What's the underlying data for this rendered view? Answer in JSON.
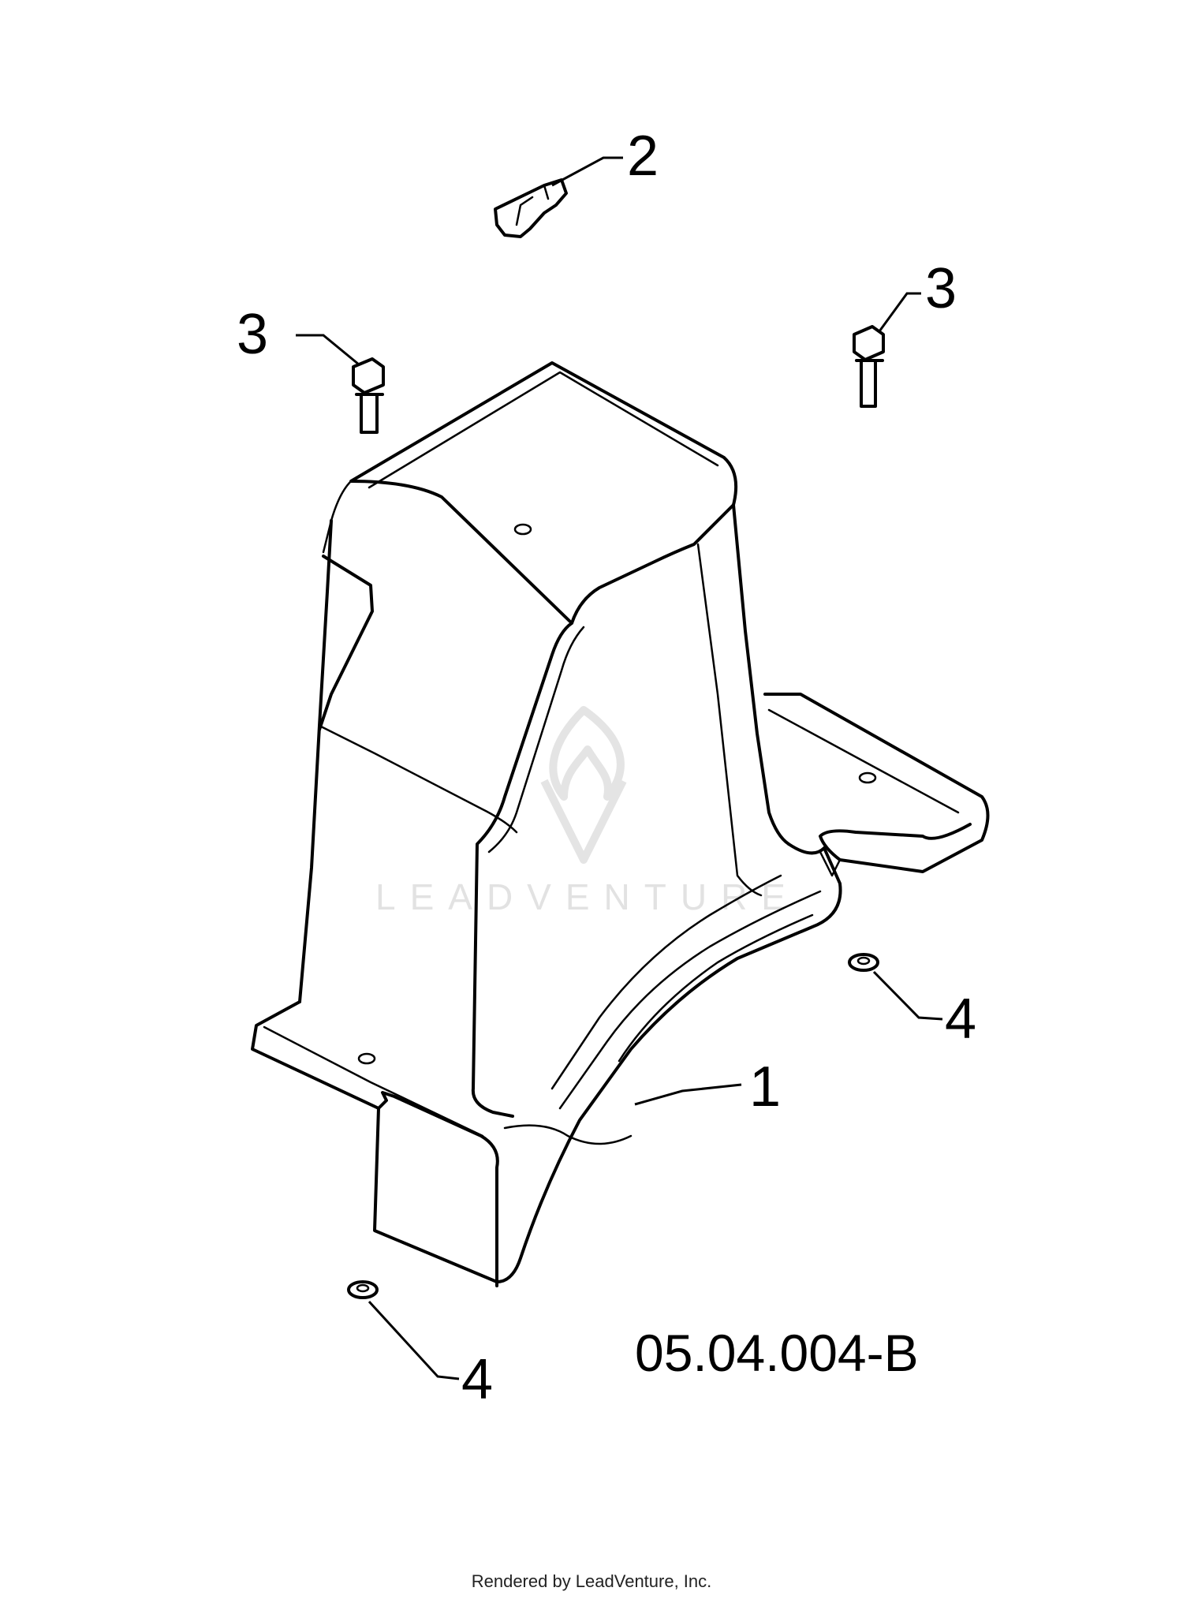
{
  "callouts": {
    "item1": "1",
    "item2": "2",
    "item3_left": "3",
    "item3_right": "3",
    "item4_right": "4",
    "item4_bottom": "4"
  },
  "figure_code": "05.04.004-B",
  "watermark": {
    "text": "LEADVENTURE",
    "logo_icon": "flame-v-logo-icon"
  },
  "credit": "Rendered by LeadVenture, Inc."
}
